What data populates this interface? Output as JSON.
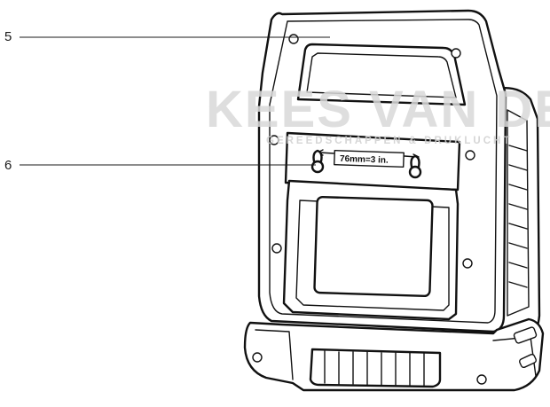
{
  "callouts": [
    {
      "number": "5",
      "target": "carry-handle"
    },
    {
      "number": "6",
      "target": "keyhole-mounts"
    }
  ],
  "mounting_label": "76mm=3 in.",
  "watermark": {
    "name": "KEES VAN DER SPEK",
    "tagline": "GEREEDSCHAPPEN & DRUKLUCHT"
  }
}
